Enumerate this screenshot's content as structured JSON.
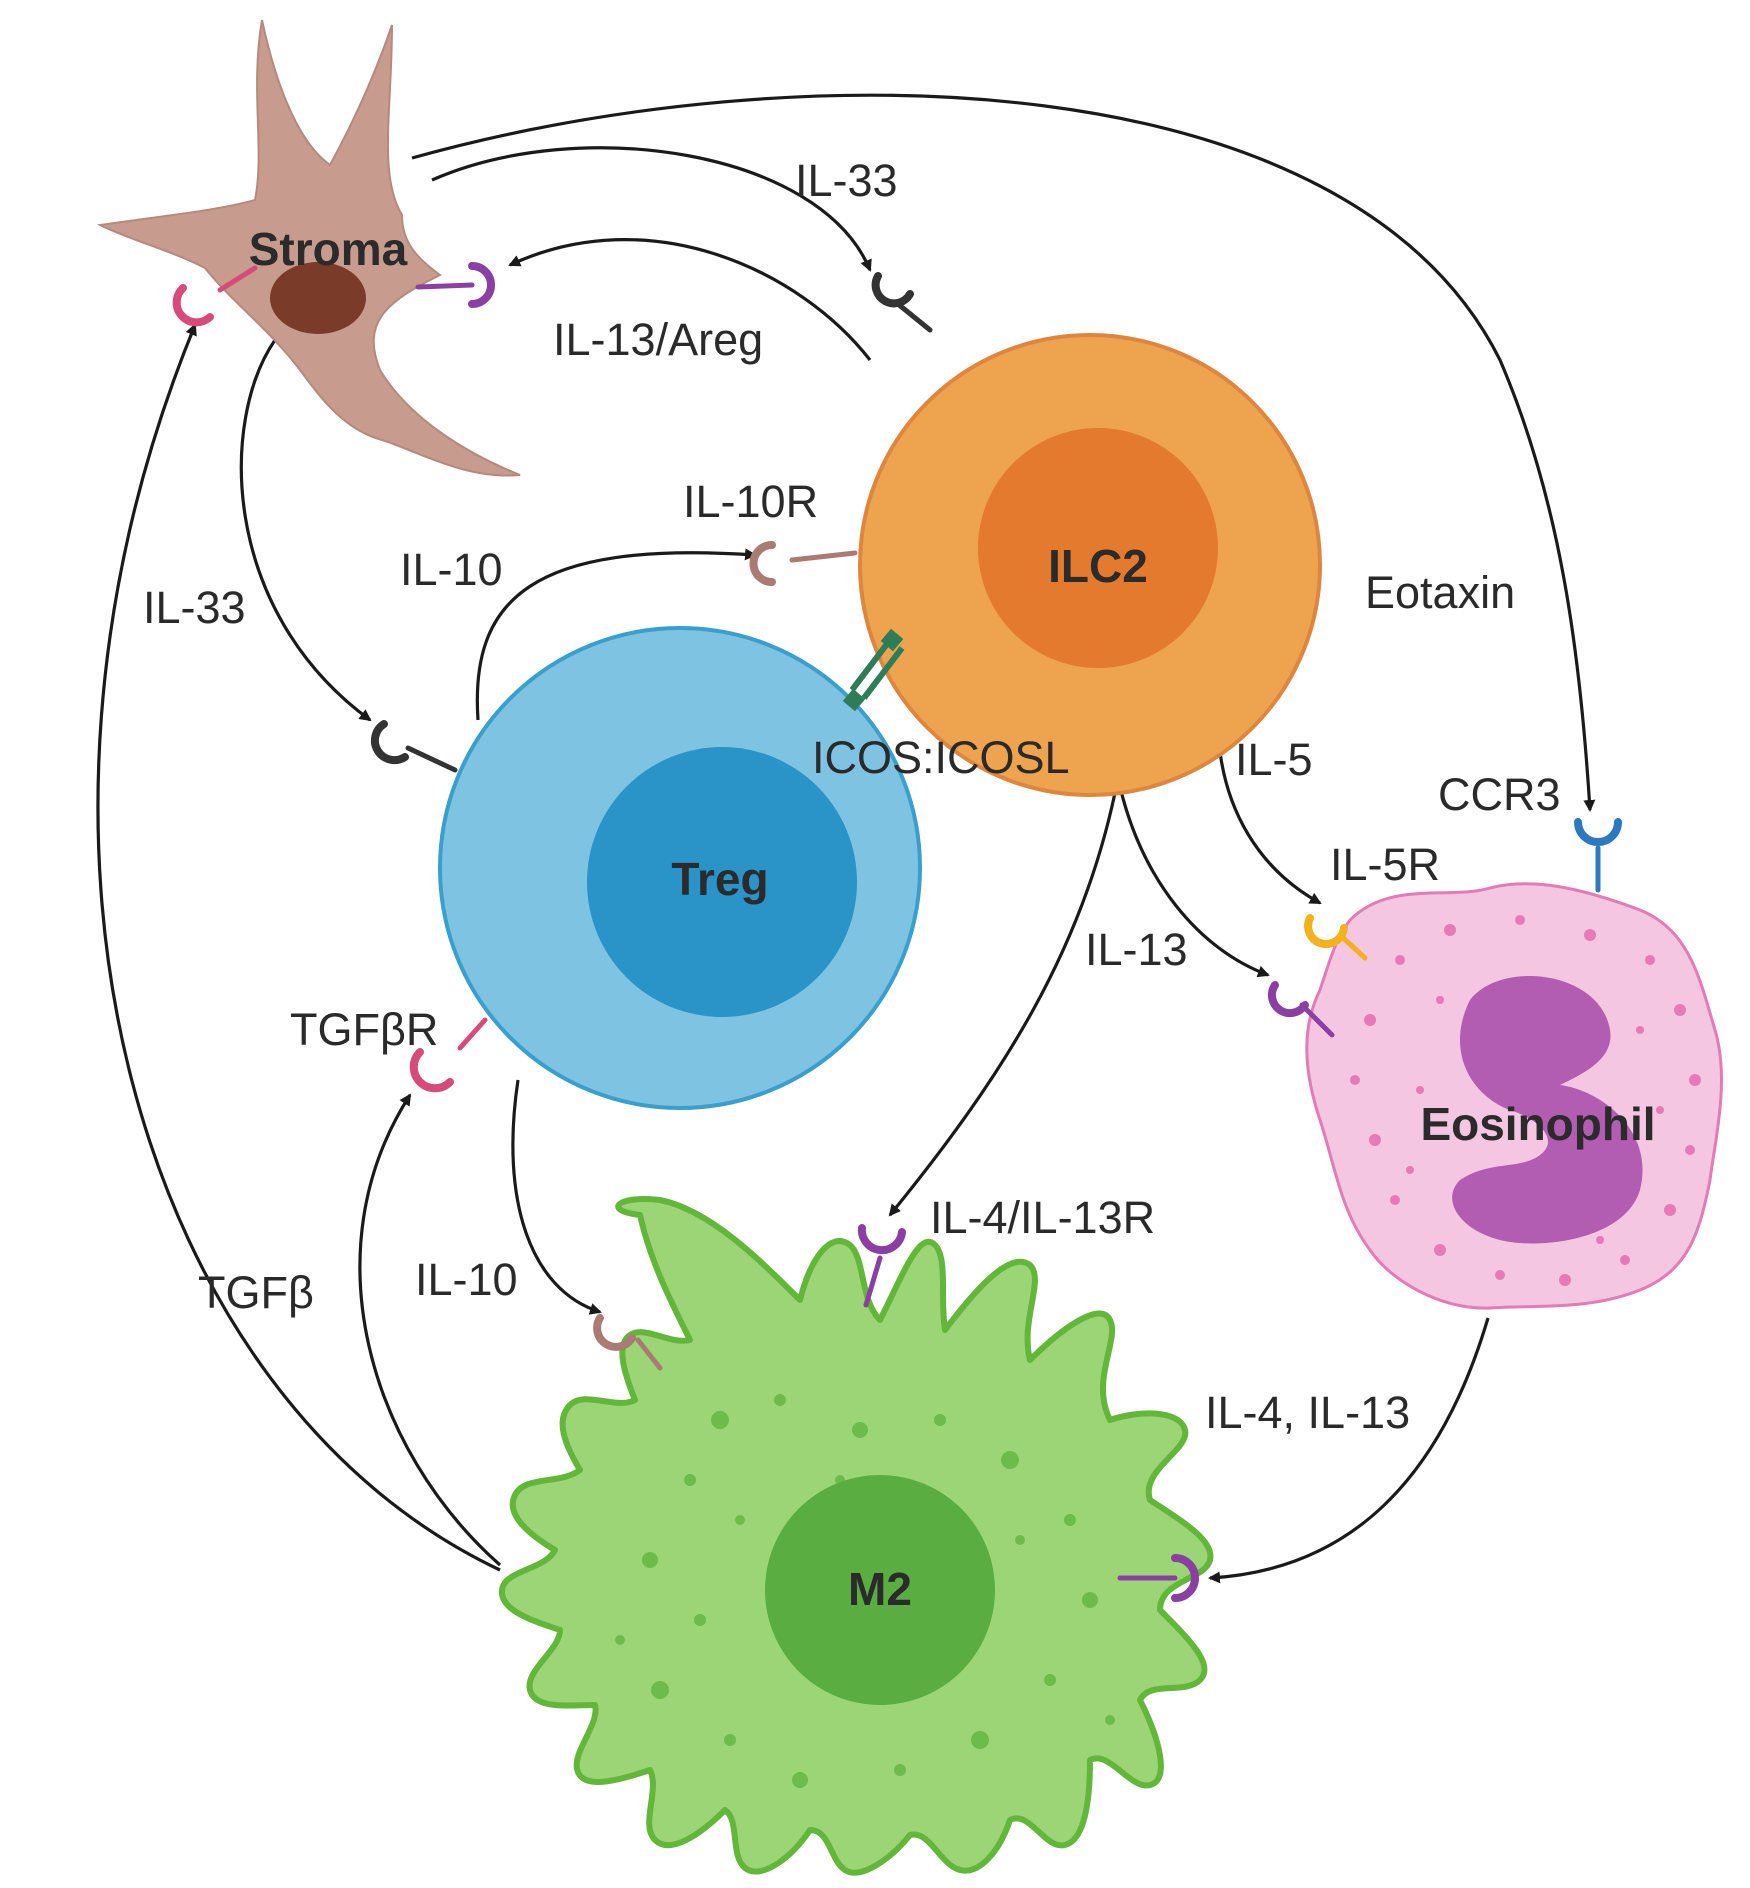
{
  "cells": {
    "stroma": "Stroma",
    "ilc2": "ILC2",
    "treg": "Treg",
    "eosinophil": "Eosinophil",
    "m2": "M2"
  },
  "labels": {
    "il33_top": "IL-33",
    "il13_areg": "IL-13/Areg",
    "il10r": "IL-10R",
    "il10_top": "IL-10",
    "il33_left": "IL-33",
    "eotaxin": "Eotaxin",
    "icos": "ICOS:ICOSL",
    "il5": "IL-5",
    "ccr3": "CCR3",
    "il5r": "IL-5R",
    "il13": "IL-13",
    "tgfbr": "TGFβR",
    "il4_il13r": "IL-4/IL-13R",
    "tgfb": "TGFβ",
    "il10_bottom": "IL-10",
    "il4_il13": "IL-4, IL-13"
  },
  "colors": {
    "stroma": "#c79c8f",
    "stroma_nucleus": "#7a3b28",
    "ilc2": "#eea34f",
    "ilc2_nucleus": "#e47a2e",
    "treg": "#7fc3e3",
    "treg_nucleus": "#2a93c8",
    "eosinophil": "#f4c6e2",
    "eosinophil_nucleus": "#b25db2",
    "m2": "#9bd576",
    "m2_nucleus": "#5aae41",
    "receptor_pink": "#d64b7a",
    "receptor_purple": "#8b3fa3",
    "receptor_black": "#333333",
    "receptor_brown": "#a97b72",
    "receptor_blue": "#2e78c0",
    "receptor_yellow": "#f2b21d",
    "icos_green": "#2f7d58",
    "arrow": "#1a1a1a"
  }
}
